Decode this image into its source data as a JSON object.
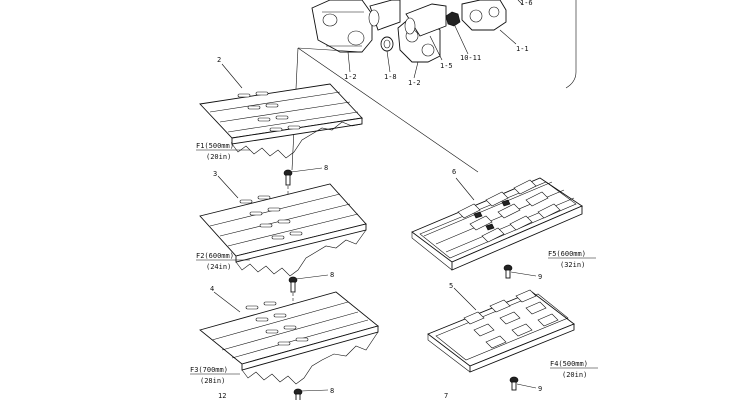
{
  "labels": {
    "top_1_2_left": "1-2",
    "top_1_8": "1-8",
    "top_1_2_right": "1-2",
    "top_1_5": "1-5",
    "top_10_11": "10-11",
    "top_1_1": "1-1",
    "top_1_6": "1-6",
    "shoe_2": "2",
    "shoe_3": "3",
    "shoe_4": "4",
    "shoe_5": "5",
    "shoe_6": "6",
    "bolt_8_a": "8",
    "bolt_8_b": "8",
    "bolt_8_c": "8",
    "bolt_9_a": "9",
    "bolt_9_b": "9",
    "bottom_12": "12",
    "bottom_7": "7"
  },
  "captions": {
    "f1_main": "F1(500mm)",
    "f1_sub": "(20in)",
    "f2_main": "F2(600mm)",
    "f2_sub": "(24in)",
    "f3_main": "F3(700mm)",
    "f3_sub": "(28in)",
    "f5_main": "F5(600mm)",
    "f5_sub": "(32in)",
    "f4_main": "F4(500mm)",
    "f4_sub": "(20in)"
  }
}
